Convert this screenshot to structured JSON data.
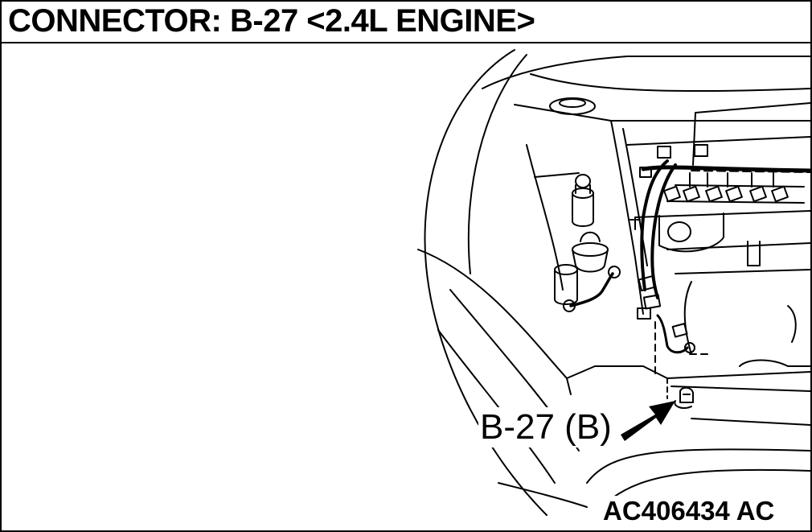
{
  "title": "CONNECTOR: B-27 <2.4L ENGINE>",
  "callout_label": "B-27 (B)",
  "figure_id": "AC406434 AC",
  "colors": {
    "line": "#000000",
    "background": "#ffffff"
  }
}
